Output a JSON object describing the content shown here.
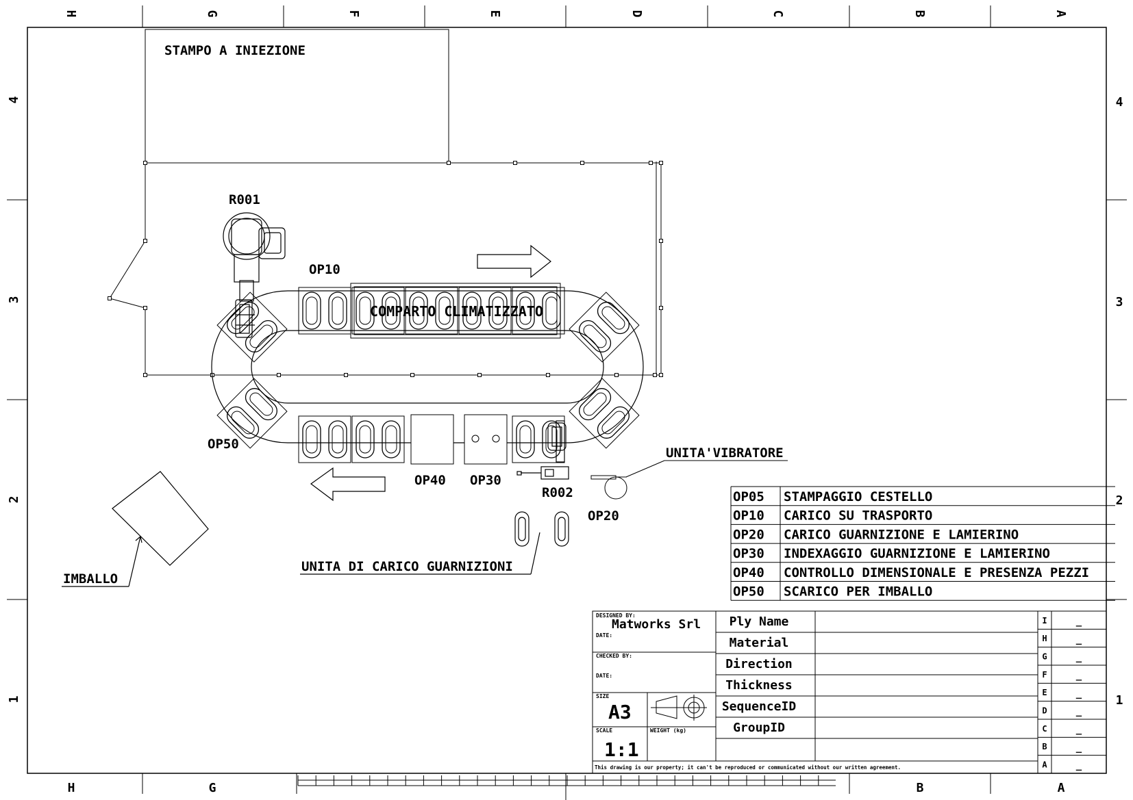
{
  "grid": {
    "columns": [
      "H",
      "G",
      "F",
      "E",
      "D",
      "C",
      "B",
      "A"
    ],
    "rows": [
      "4",
      "3",
      "2",
      "1"
    ],
    "bottom_columns": [
      "H",
      "G",
      "B",
      "A"
    ]
  },
  "labels": {
    "stampo": "STAMPO A INIEZIONE",
    "r001": "R001",
    "op10": "OP10",
    "comparto": "COMPARTO CLIMATIZZATO",
    "op50": "OP50",
    "op40": "OP40",
    "op30": "OP30",
    "r002": "R002",
    "op20": "OP20",
    "vibratore": "UNITA'VIBRATORE",
    "carico_guarnizioni": "UNITA DI CARICO GUARNIZIONI",
    "imballo": "IMBALLO"
  },
  "operations": [
    {
      "code": "OP05",
      "description": "STAMPAGGIO CESTELLO"
    },
    {
      "code": "OP10",
      "description": "CARICO SU TRASPORTO"
    },
    {
      "code": "OP20",
      "description": "CARICO GUARNIZIONE E LAMIERINO"
    },
    {
      "code": "OP30",
      "description": "INDEXAGGIO GUARNIZIONE E LAMIERINO"
    },
    {
      "code": "OP40",
      "description": "CONTROLLO DIMENSIONALE E PRESENZA PEZZI"
    },
    {
      "code": "OP50",
      "description": "SCARICO PER IMBALLO"
    }
  ],
  "title_block": {
    "designed_by_label": "DESIGNED BY:",
    "designer": "Matworks Srl",
    "date_label": "DATE:",
    "checked_by_label": "CHECKED BY:",
    "date2_label": "DATE:",
    "size_label": "SIZE",
    "size": "A3",
    "scale_label": "SCALE",
    "scale": "1:1",
    "weight_label": "WEIGHT (kg)",
    "fields": [
      "Ply Name",
      "Material",
      "Direction",
      "Thickness",
      "SequenceID",
      "GroupID"
    ],
    "revisions": [
      {
        "letter": "I",
        "value": "_"
      },
      {
        "letter": "H",
        "value": "_"
      },
      {
        "letter": "G",
        "value": "_"
      },
      {
        "letter": "F",
        "value": "_"
      },
      {
        "letter": "E",
        "value": "_"
      },
      {
        "letter": "D",
        "value": "_"
      },
      {
        "letter": "C",
        "value": "_"
      },
      {
        "letter": "B",
        "value": "_"
      },
      {
        "letter": "A",
        "value": "_"
      }
    ],
    "disclaimer": "This drawing is our property; it can't be reproduced or communicated without our written agreement."
  }
}
